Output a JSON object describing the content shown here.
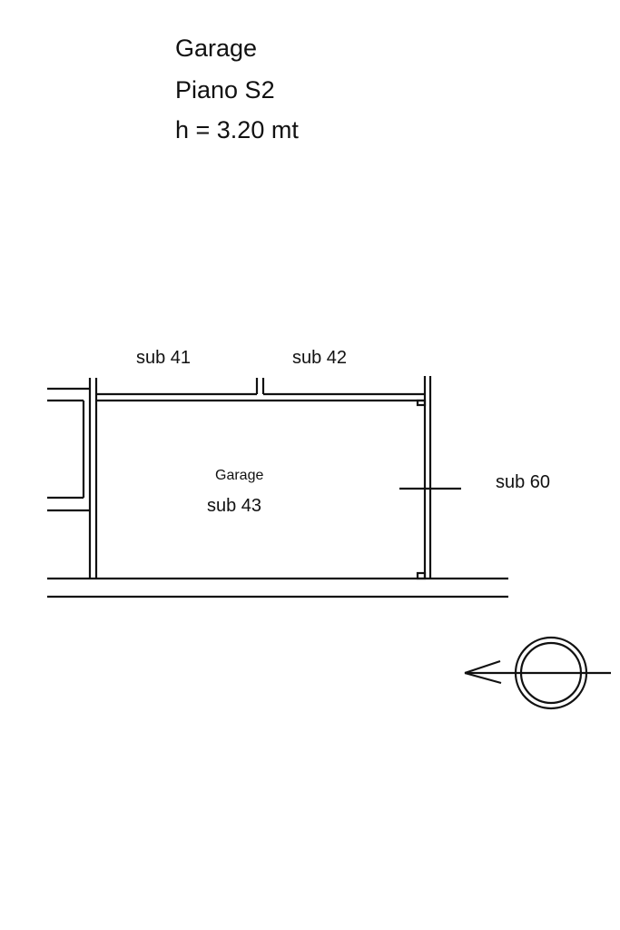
{
  "header": {
    "title": "Garage",
    "floor": "Piano S2",
    "height": "h = 3.20 mt"
  },
  "plan": {
    "neighbor_top_left": "sub 41",
    "neighbor_top_right": "sub 42",
    "room_name": "Garage",
    "room_sub": "sub 43",
    "neighbor_right": "sub 60"
  },
  "compass": {
    "icon": "north-arrow-icon"
  }
}
